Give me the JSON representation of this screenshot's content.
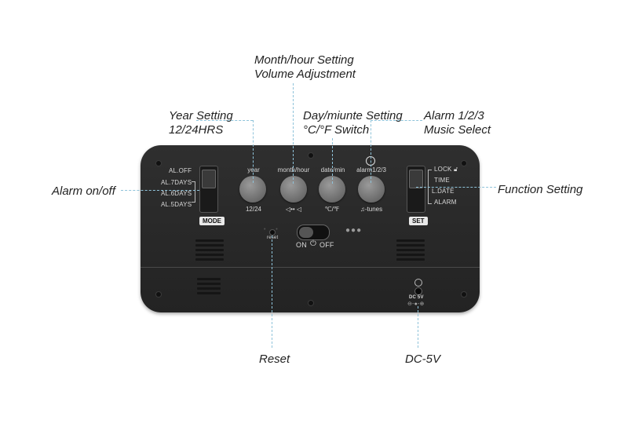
{
  "callouts": {
    "month_hour": [
      "Month/hour Setting",
      "Volume Adjustment"
    ],
    "year": [
      "Year Setting",
      "12/24HRS"
    ],
    "day_minute": [
      "Day/miunte Setting",
      "°C/°F Switch"
    ],
    "alarm_select": [
      "Alarm 1/2/3",
      "Music Select"
    ],
    "alarm_onoff": "Alarm on/off",
    "function": "Function Setting",
    "reset": "Reset",
    "dc": "DC-5V"
  },
  "left_switch": {
    "positions": [
      "AL.OFF",
      "AL.7DAYS",
      "AL.6DAYS",
      "AL.5DAYS"
    ],
    "button": "MODE"
  },
  "right_switch": {
    "positions": [
      "LOCK",
      "TIME",
      "L.DATE",
      "ALARM"
    ],
    "button": "SET"
  },
  "buttons": [
    {
      "top": "year",
      "bottom": "12/24"
    },
    {
      "top": "month/hour",
      "bottom": "◁•• ◁"
    },
    {
      "top": "date/min",
      "bottom": "℃/℉"
    },
    {
      "top": "alarm1/2/3",
      "bottom": "♫-tunes"
    }
  ],
  "power": {
    "on": "ON",
    "off": "OFF",
    "icon": "power-icon"
  },
  "reset_label": "reset",
  "dc_label": "DC 5V",
  "icons": {
    "lock": "lock-icon",
    "alarm": "alarm-clock-icon",
    "dc": "dc-polarity-icon",
    "reset": "reset-pinhole-icon"
  }
}
